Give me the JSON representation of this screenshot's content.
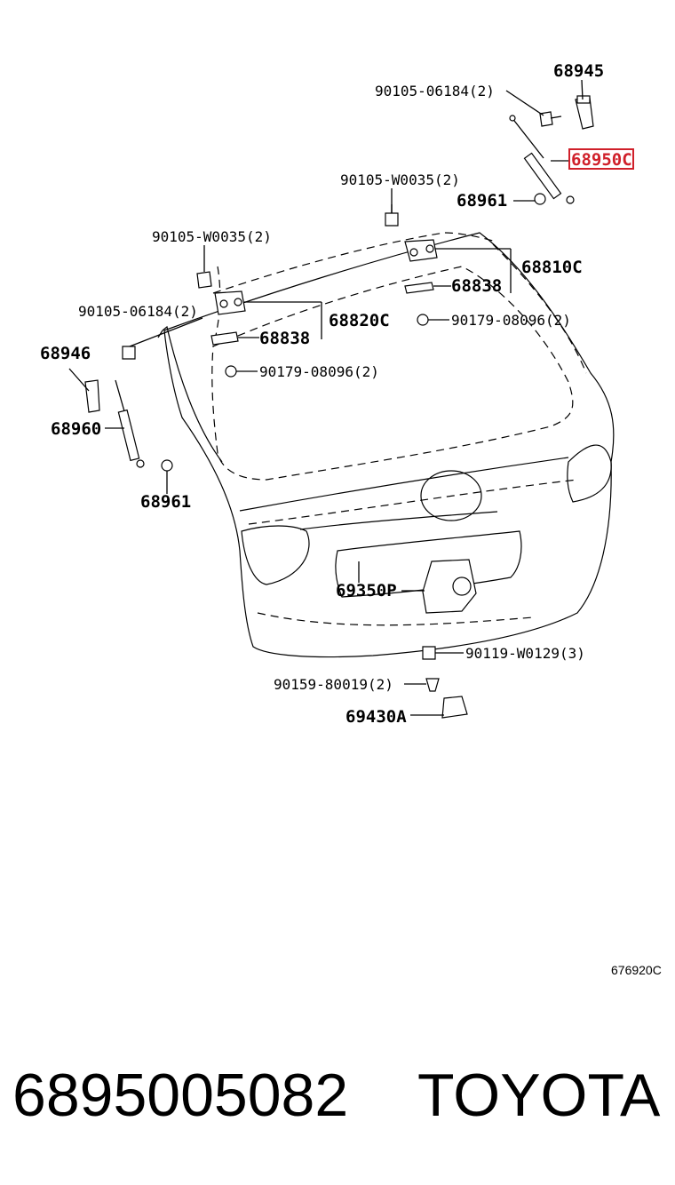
{
  "highlight_color": "#d0202a",
  "labels": {
    "p68945": "68945",
    "p90105_06184_top": "90105-06184(2)",
    "p68950C": "68950C",
    "p90105_W0035_top": "90105-W0035(2)",
    "p68961_top": "68961",
    "p90105_W0035_left": "90105-W0035(2)",
    "p68810C": "68810C",
    "p68838_right": "68838",
    "p90179_08096_right": "90179-08096(2)",
    "p90105_06184_left": "90105-06184(2)",
    "p68820C": "68820C",
    "p68838_left": "68838",
    "p68946": "68946",
    "p90179_08096_left": "90179-08096(2)",
    "p68960": "68960",
    "p68961_bottom": "68961",
    "p69350P": "69350P",
    "p90119_W0129": "90119-W0129(3)",
    "p90159_80019": "90159-80019(2)",
    "p69430A": "69430A"
  },
  "diagram_ref": "676920C",
  "footer": {
    "part_number": "6895005082",
    "brand": "TOYOTA"
  }
}
